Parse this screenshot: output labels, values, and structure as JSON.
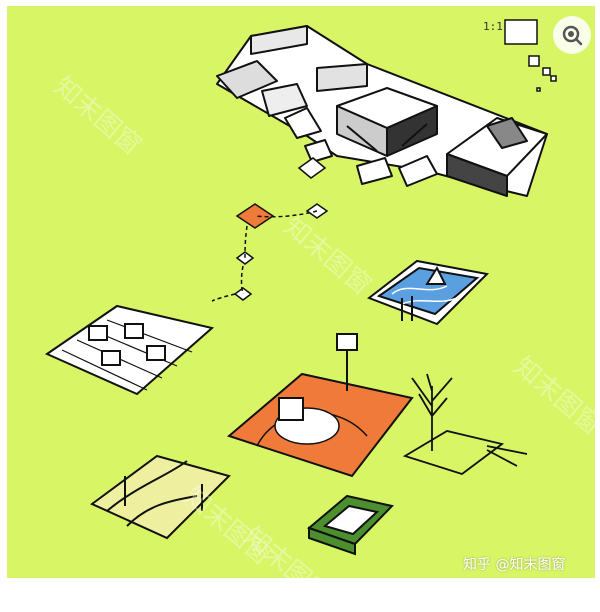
{
  "scale_label": "1:1",
  "credit": "知乎 @知末图窗",
  "watermarks": [
    "知末图窗",
    "知末图窗",
    "知末图窗",
    "知末图窗",
    "知末图窗"
  ],
  "lens_icon": "lens-search-icon",
  "colors": {
    "background": "#d8f566",
    "court": "#f07a3a",
    "garden": "#eef0a0",
    "planter": "#4c8f2e",
    "pool": "#5a9fe0",
    "ink": "#111111"
  }
}
